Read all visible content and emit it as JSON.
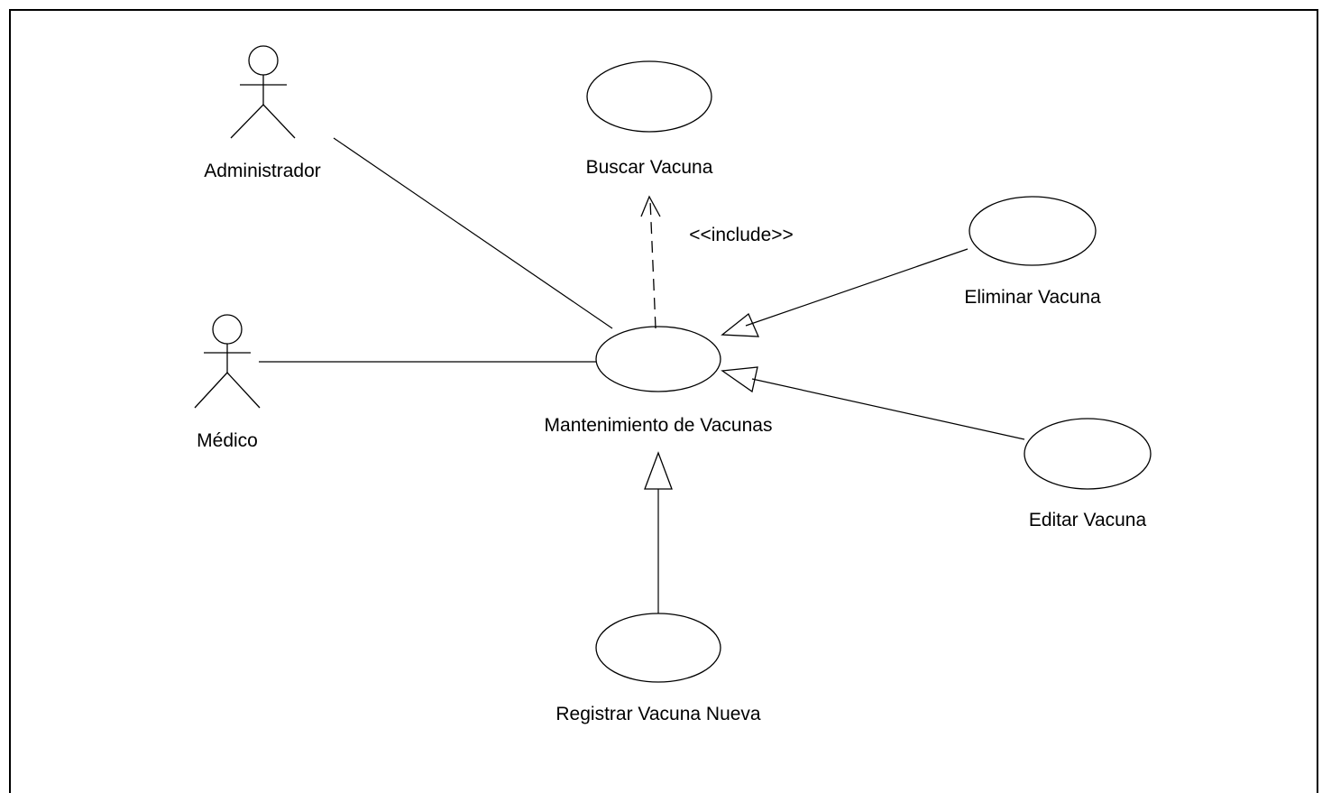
{
  "actors": {
    "administrador": {
      "label": "Administrador"
    },
    "medico": {
      "label": "Médico"
    }
  },
  "use_cases": {
    "buscar": {
      "label": "Buscar Vacuna"
    },
    "mantenimiento": {
      "label": "Mantenimiento de Vacunas"
    },
    "eliminar": {
      "label": "Eliminar Vacuna"
    },
    "editar": {
      "label": "Editar Vacuna"
    },
    "registrar": {
      "label": "Registrar Vacuna Nueva"
    }
  },
  "relations": {
    "include_label": "<<include>>"
  },
  "colors": {
    "line": "#000000",
    "background": "#ffffff"
  }
}
